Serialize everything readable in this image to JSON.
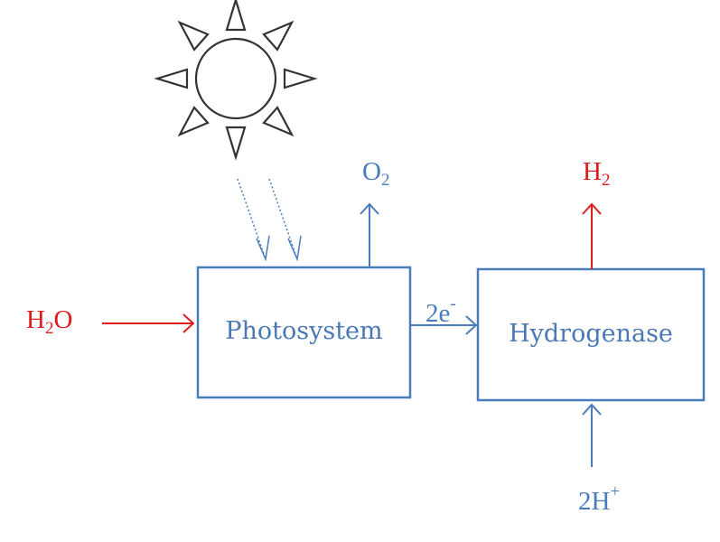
{
  "colors": {
    "blue": "#4a7cbc",
    "red": "#dd1c1c",
    "sun": "#333333"
  },
  "sun": {
    "icon": "sun-icon"
  },
  "photosystem": {
    "label": "Photosystem"
  },
  "hydrogenase": {
    "label": "Hydrogenase"
  },
  "inputs": {
    "water_main": "H",
    "water_sub": "2",
    "water_tail": "O",
    "protons_main": "2H",
    "protons_sup": "+"
  },
  "outputs": {
    "oxygen_main": "O",
    "oxygen_sub": "2",
    "hydrogen_main": "H",
    "hydrogen_sub": "2"
  },
  "transfer": {
    "electrons_main": "2e",
    "electrons_sup": "-"
  }
}
